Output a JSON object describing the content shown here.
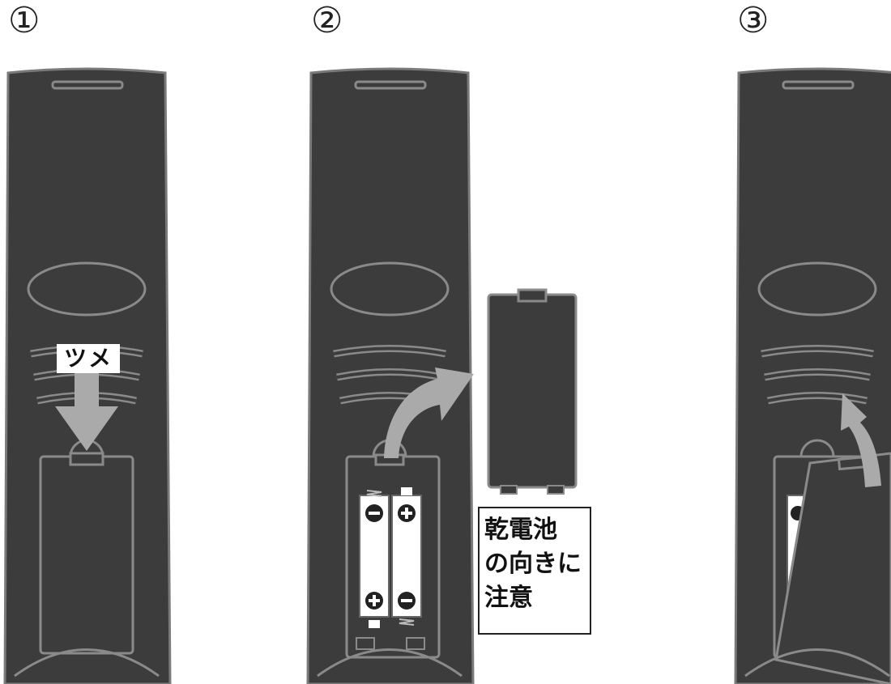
{
  "steps": [
    {
      "number": "①",
      "tab_label": "ツメ"
    },
    {
      "number": "②",
      "note_lines": [
        "乾電池",
        "の向きに",
        "注意"
      ]
    },
    {
      "number": "③"
    }
  ],
  "colors": {
    "remote_body": "#3c3c3c",
    "remote_outline": "#7a7a7a",
    "arrow": "#aaaaaa",
    "battery": "#ffffff"
  },
  "icons": [
    "remote-control",
    "battery",
    "arrow",
    "plus-icon",
    "minus-icon",
    "spring-icon"
  ]
}
